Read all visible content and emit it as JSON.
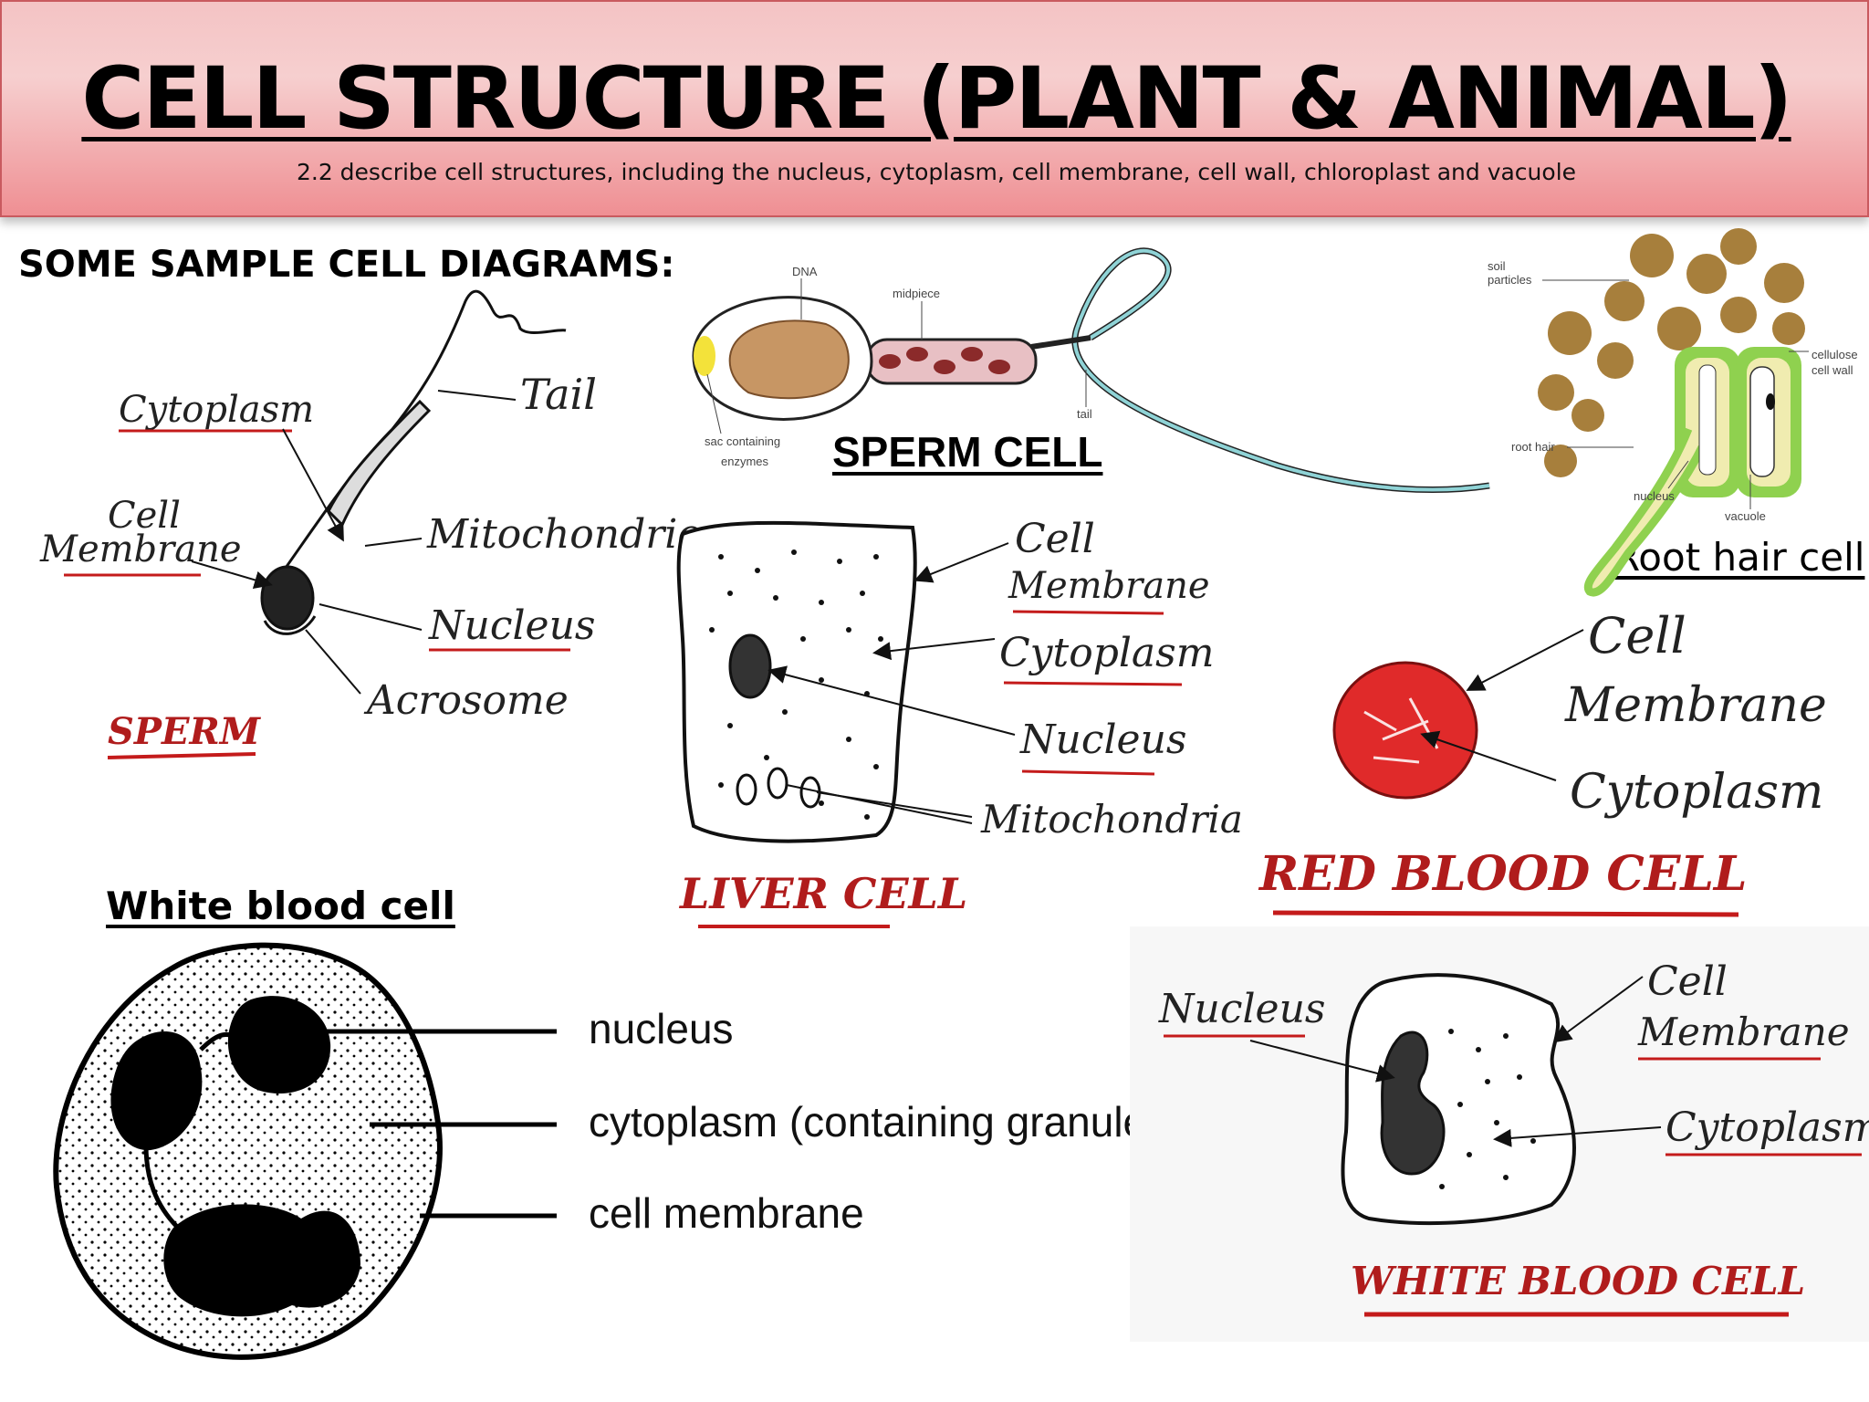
{
  "header": {
    "title": "CELL STRUCTURE (PLANT & ANIMAL)",
    "subtitle": "2.2 describe cell structures, including the nucleus, cytoplasm, cell membrane, cell wall, chloroplast and vacuole"
  },
  "section_heading": "SOME SAMPLE CELL DIAGRAMS:",
  "sperm_sketch": {
    "labels": {
      "cytoplasm": "Cytoplasm",
      "cell": "Cell",
      "membrane": "Membrane",
      "tail": "Tail",
      "mitochondrion": "Mitochondrion",
      "nucleus": "Nucleus",
      "acrosome": "Acrosome"
    },
    "title": "SPERM"
  },
  "sperm_cell": {
    "caption": "SPERM CELL",
    "labels": {
      "dna": "DNA",
      "midpiece": "midpiece",
      "sac1": "sac containing",
      "sac2": "enzymes",
      "tail": "tail"
    }
  },
  "root_hair": {
    "caption": "Root hair cell",
    "labels": {
      "soil1": "soil",
      "soil2": "particles",
      "cellulose1": "cellulose",
      "cellulose2": "cell wall",
      "root_hair": "root hair",
      "nucleus": "nucleus",
      "vacuole": "vacuole"
    },
    "colors": {
      "soil": "#a77f3c",
      "wall": "#8fd14f",
      "cytoplasm": "#f0ecb0"
    }
  },
  "liver_cell": {
    "title": "LIVER CELL",
    "labels": {
      "cell": "Cell",
      "membrane": "Membrane",
      "cytoplasm": "Cytoplasm",
      "nucleus": "Nucleus",
      "mitochondria": "Mitochondria"
    }
  },
  "red_blood_cell": {
    "title": "RED BLOOD CELL",
    "labels": {
      "cell": "Cell",
      "membrane": "Membrane",
      "cytoplasm": "Cytoplasm"
    },
    "colors": {
      "fill": "#e02a2a"
    }
  },
  "white_blood_diagram": {
    "caption": "White blood cell",
    "labels": {
      "nucleus": "nucleus",
      "cytoplasm": "cytoplasm (containing granules)",
      "membrane": "cell membrane"
    }
  },
  "white_blood_sketch": {
    "title": "WHITE BLOOD CELL",
    "labels": {
      "nucleus": "Nucleus",
      "cell": "Cell",
      "membrane": "Membrane",
      "cytoplasm": "Cytoplasm"
    }
  }
}
